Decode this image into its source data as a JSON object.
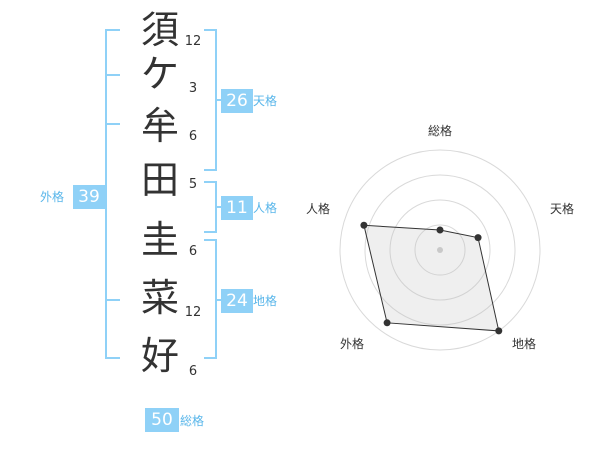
{
  "name": {
    "chars": [
      {
        "char": "須",
        "strokes": "12"
      },
      {
        "char": "ケ",
        "strokes": "3"
      },
      {
        "char": "牟",
        "strokes": "6"
      },
      {
        "char": "田",
        "strokes": "5"
      },
      {
        "char": "圭",
        "strokes": "6"
      },
      {
        "char": "菜",
        "strokes": "12"
      },
      {
        "char": "好",
        "strokes": "6"
      }
    ]
  },
  "fortunes": {
    "tenkaku": {
      "value": "26",
      "label": "天格"
    },
    "jinkaku": {
      "value": "11",
      "label": "人格"
    },
    "chikaku": {
      "value": "24",
      "label": "地格"
    },
    "gaikaku": {
      "value": "39",
      "label": "外格"
    },
    "soukaku": {
      "value": "50",
      "label": "総格"
    }
  },
  "radar": {
    "axes": [
      "総格",
      "天格",
      "地格",
      "外格",
      "人格"
    ],
    "values": [
      0.2,
      0.4,
      1.0,
      0.9,
      0.8
    ],
    "rings": 4
  },
  "colors": {
    "accent": "#8fd1f7",
    "bracket": "#8fd1f7",
    "label": "#59b6ea",
    "text": "#333333"
  }
}
